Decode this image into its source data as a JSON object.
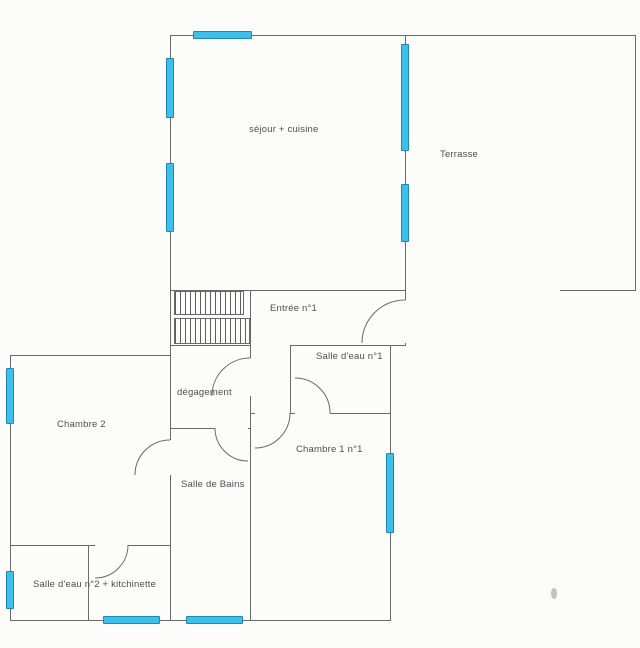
{
  "plan": {
    "rooms": {
      "sejour": "séjour + cuisine",
      "terrasse": "Terrasse",
      "entree": "Entrée n°1",
      "salle_eau_1": "Salle d'eau n°1",
      "degagement": "dégagement",
      "chambre2": "Chambre 2",
      "chambre1": "Chambre 1 n°1",
      "salle_bains": "Salle de Bains",
      "salle_eau_2": "Salle d'eau n°2 + kitchinette"
    }
  },
  "colors": {
    "window": "#3cc0ea",
    "wall": "#6a6a6a",
    "text": "#4f4f4f"
  }
}
